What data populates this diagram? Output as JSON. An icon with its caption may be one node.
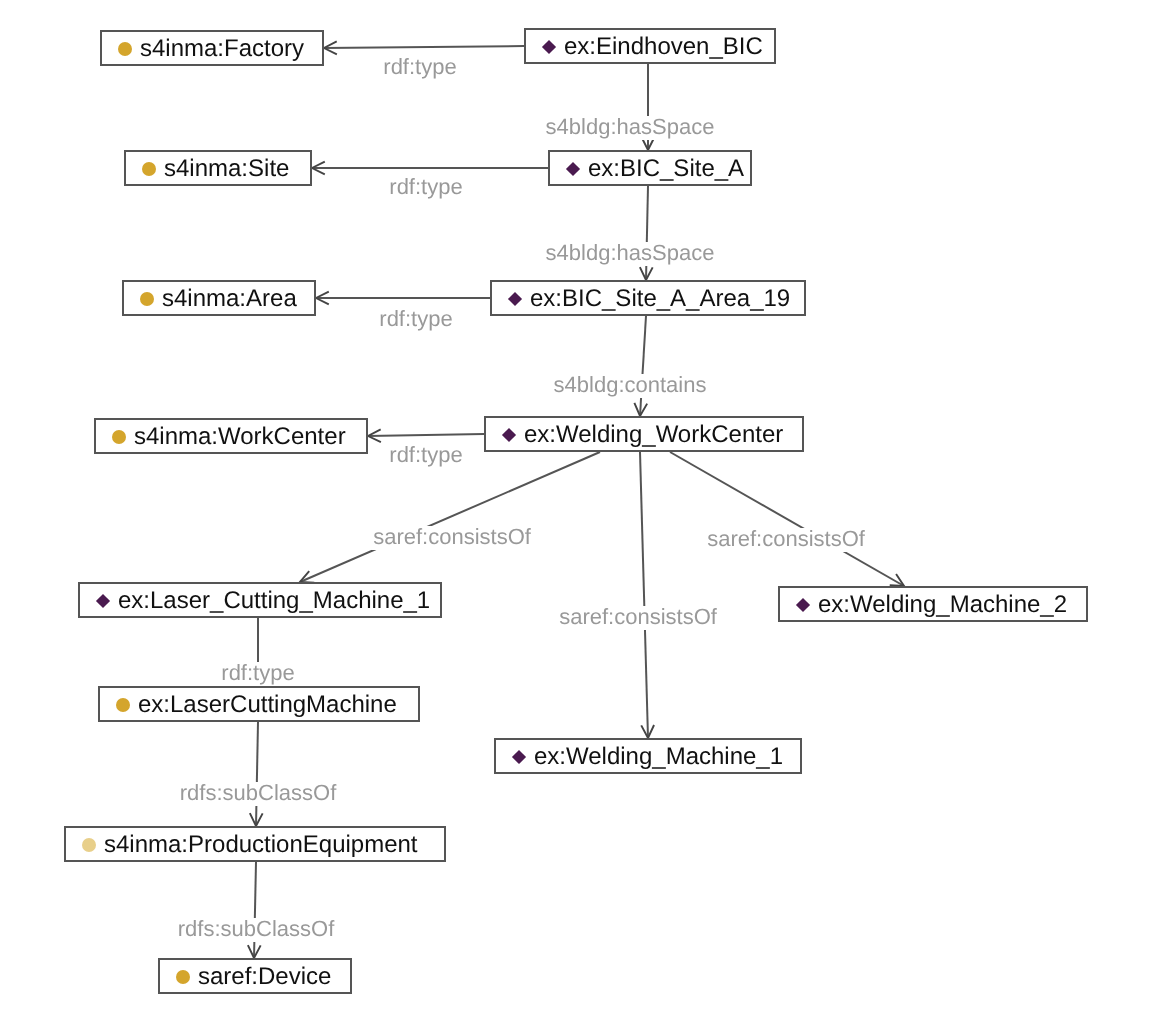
{
  "diagram": {
    "nodes": [
      {
        "text": [
          "s4inma:Factory"
        ]
      },
      {
        "text": [
          "ex:Eindhoven_BIC"
        ]
      },
      {
        "text": [
          "s4inma:Site"
        ]
      },
      {
        "text": [
          "ex:BIC_Site_A"
        ]
      },
      {
        "text": [
          "s4inma:Area"
        ]
      },
      {
        "text": [
          "ex:BIC_Site_A_Area_19"
        ]
      },
      {
        "text": [
          "s4inma:WorkCenter"
        ]
      },
      {
        "text": [
          "ex:Welding_WorkCenter"
        ]
      },
      {
        "text": [
          "ex:Laser_Cutting_Machine_1"
        ]
      },
      {
        "text": [
          "ex:Welding_Machine_2"
        ]
      },
      {
        "text": [
          "ex:LaserCuttingMachine"
        ]
      },
      {
        "text": [
          "ex:Welding_Machine_1"
        ]
      },
      {
        "text": [
          "s4inma:ProductionEquipment"
        ]
      },
      {
        "text": [
          "saref:Device"
        ]
      }
    ],
    "edges": [
      {
        "from": 1,
        "to": 0,
        "arrow": "to",
        "label": "rdf:type"
      },
      {
        "from": 1,
        "to": 3,
        "arrow": "to",
        "label": "s4bldg:hasSpace"
      },
      {
        "from": 3,
        "to": 2,
        "arrow": "to",
        "label": "rdf:type"
      },
      {
        "from": 3,
        "to": 5,
        "arrow": "to",
        "label": "s4bldg:hasSpace"
      },
      {
        "from": 5,
        "to": 4,
        "arrow": "to",
        "label": "rdf:type"
      },
      {
        "from": 5,
        "to": 7,
        "arrow": "to",
        "label": "s4bldg:contains"
      },
      {
        "from": 7,
        "to": 6,
        "arrow": "to",
        "label": "rdf:type"
      },
      {
        "from": 7,
        "to": 8,
        "arrow": "to",
        "label": "saref:consistsOf"
      },
      {
        "from": 7,
        "to": 11,
        "arrow": "to",
        "label": "saref:consistsOf"
      },
      {
        "from": 7,
        "to": 9,
        "arrow": "to",
        "label": "saref:consistsOf"
      },
      {
        "from": 8,
        "to": 10,
        "arrow": "to",
        "label": "rdf:type"
      },
      {
        "from": 10,
        "to": 12,
        "arrow": "to",
        "label": "rdfs:subClassOf"
      },
      {
        "from": 12,
        "to": 13,
        "arrow": "to",
        "label": "rdfs:subClassOf"
      }
    ]
  }
}
